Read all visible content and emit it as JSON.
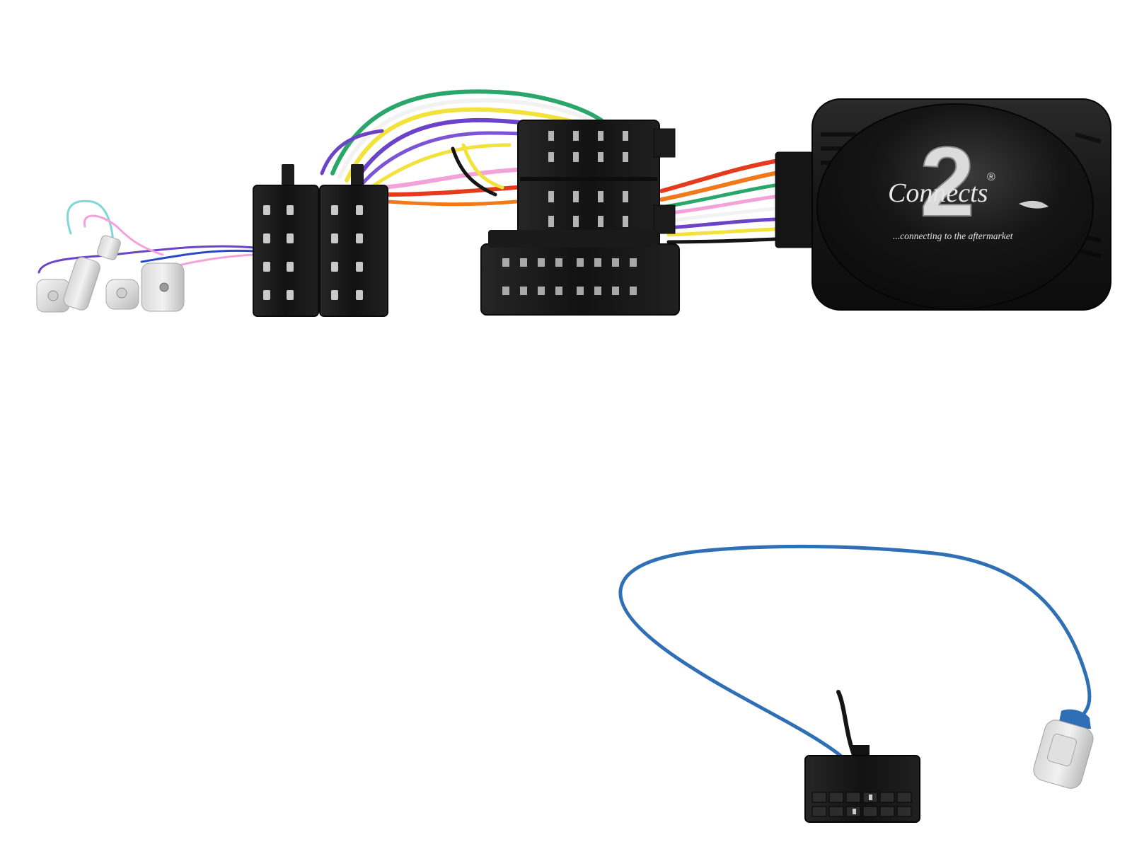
{
  "product": {
    "logo": {
      "brand_word": "Connects",
      "brand_digit": "2",
      "registered_mark": "®",
      "tagline": "...connecting to the aftermarket"
    }
  },
  "colors": {
    "background": "#ffffff",
    "module_body": "#1c1c1c",
    "connector_plastic": "#1a1a1a",
    "blue_lead": "#2f6fb5",
    "wire_red": "#e53a1c",
    "wire_orange": "#f07a1a",
    "wire_green": "#2aa66a",
    "wire_yellow": "#f2e23a",
    "wire_violet": "#6a43c8",
    "wire_pink": "#f2a2d8",
    "wire_aqua": "#7fd7d6",
    "wire_white": "#f2f2f2",
    "wire_black": "#151515",
    "wire_blue": "#2b48c8"
  }
}
